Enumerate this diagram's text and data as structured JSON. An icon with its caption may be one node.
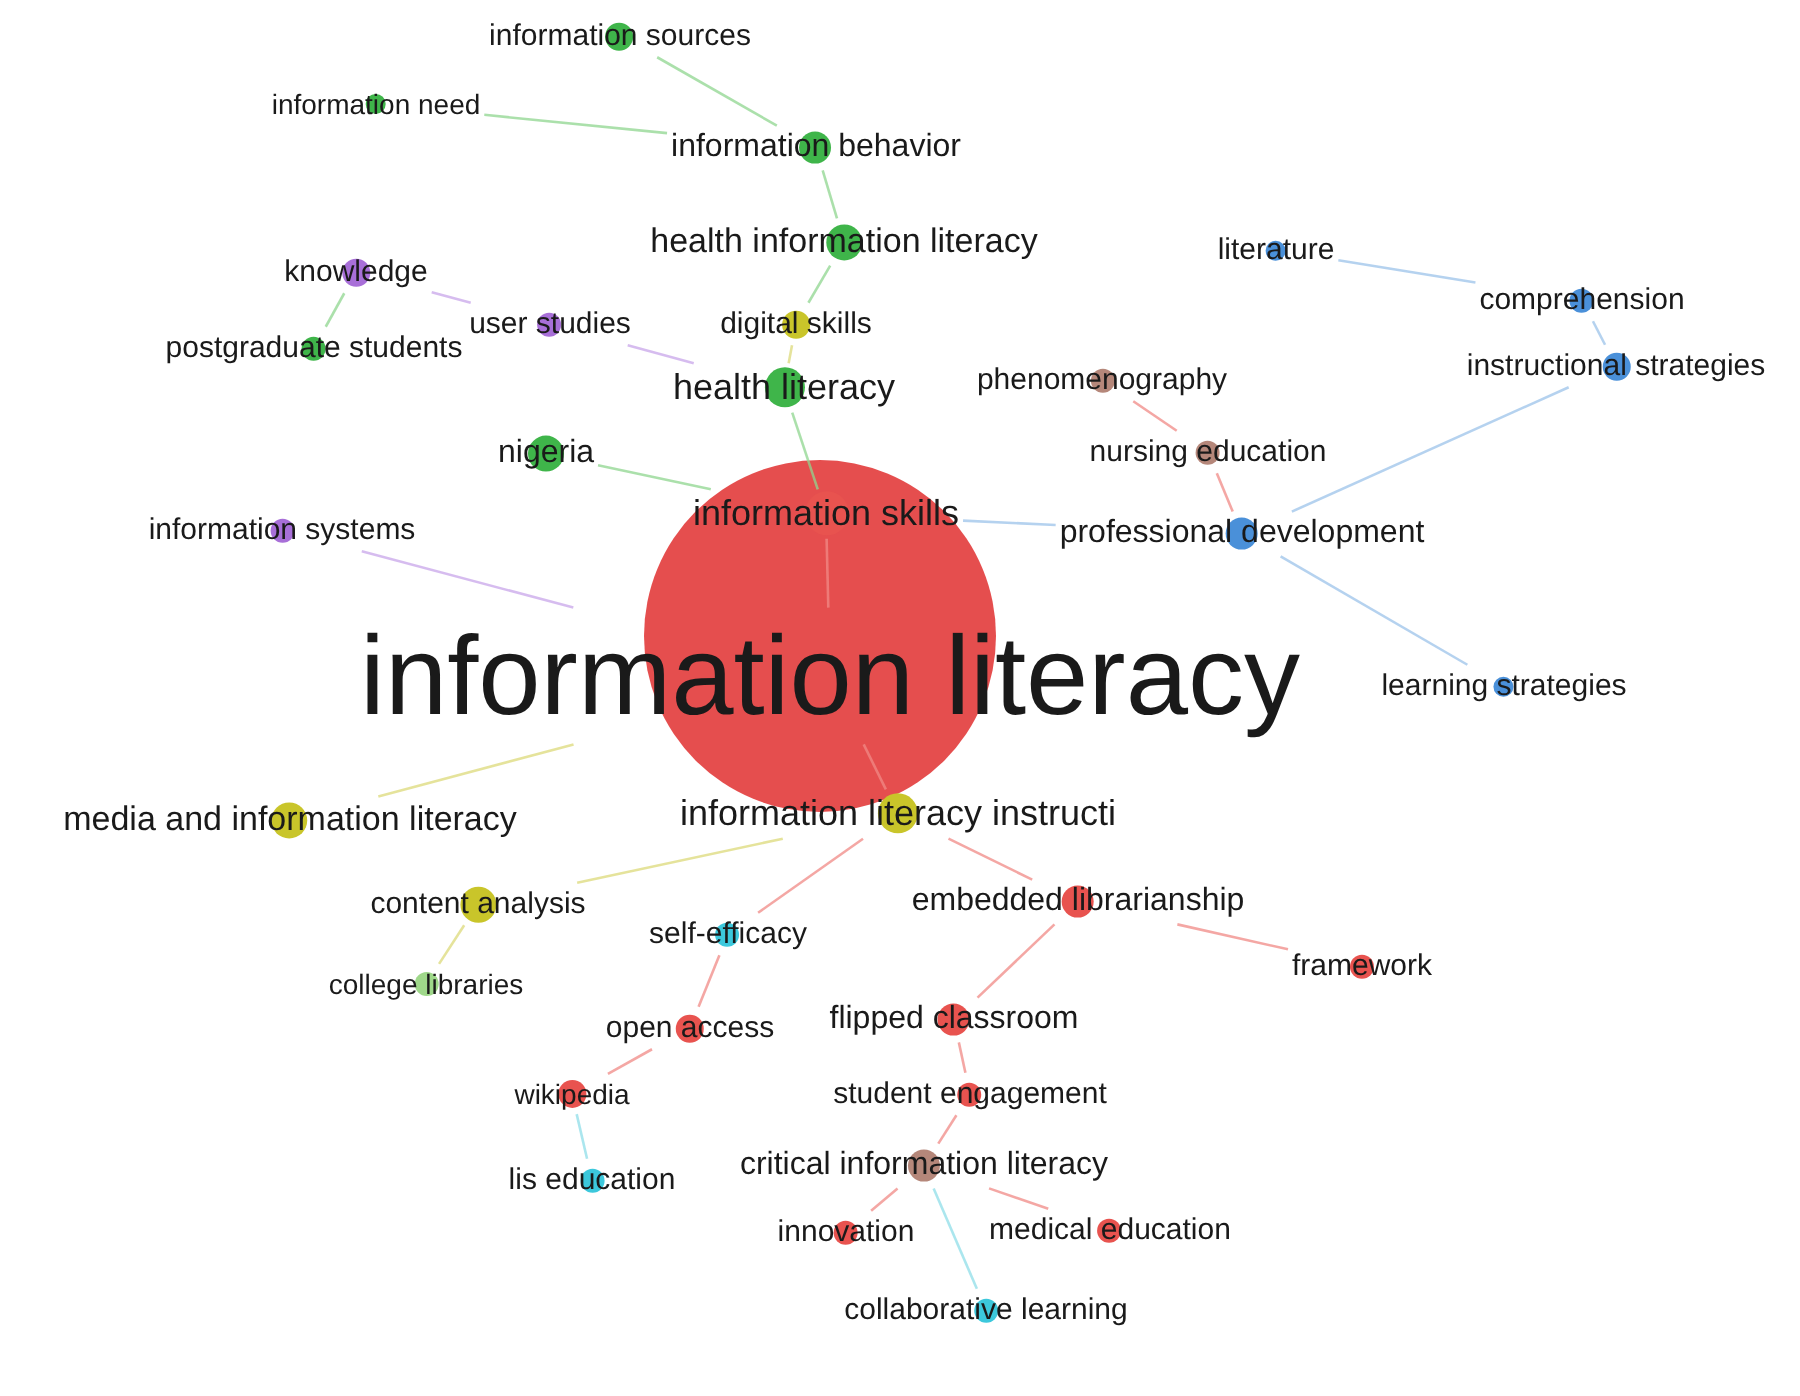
{
  "diagram": {
    "nodes": [
      {
        "text": [
          "information sources"
        ]
      },
      {
        "text": [
          "information need"
        ]
      },
      {
        "text": [
          "information behavior"
        ]
      },
      {
        "text": [
          "health information literacy"
        ]
      },
      {
        "text": [
          "literature"
        ]
      },
      {
        "text": [
          "knowledge"
        ]
      },
      {
        "text": [
          "comprehension"
        ]
      },
      {
        "text": [
          "user studies"
        ]
      },
      {
        "text": [
          "digital skills"
        ]
      },
      {
        "text": [
          "postgraduate students"
        ]
      },
      {
        "text": [
          "instructional strategies"
        ]
      },
      {
        "text": [
          "phenomenography"
        ]
      },
      {
        "text": [
          "health literacy"
        ]
      },
      {
        "text": [
          "nursing education"
        ]
      },
      {
        "text": [
          "nigeria"
        ]
      },
      {
        "text": [
          "information skills"
        ]
      },
      {
        "text": [
          "information systems"
        ]
      },
      {
        "text": [
          "professional development"
        ]
      },
      {
        "text": [
          "information literacy"
        ]
      },
      {
        "text": [
          "learning strategies"
        ]
      },
      {
        "text": [
          "media and information literacy"
        ]
      },
      {
        "text": [
          "information literacy instructi"
        ]
      },
      {
        "text": [
          "content analysis"
        ]
      },
      {
        "text": [
          "embedded librarianship"
        ]
      },
      {
        "text": [
          "self-efficacy"
        ]
      },
      {
        "text": [
          "framework"
        ]
      },
      {
        "text": [
          "college libraries"
        ]
      },
      {
        "text": [
          "open access"
        ]
      },
      {
        "text": [
          "flipped classroom"
        ]
      },
      {
        "text": [
          "wikipedia"
        ]
      },
      {
        "text": [
          "student engagement"
        ]
      },
      {
        "text": [
          "critical information literacy"
        ]
      },
      {
        "text": [
          "lis education"
        ]
      },
      {
        "text": [
          "innovation"
        ]
      },
      {
        "text": [
          "medical education"
        ]
      },
      {
        "text": [
          "collaborative learning"
        ]
      }
    ],
    "edges": [
      {
        "from": 18,
        "to": 15,
        "arrow": "none"
      },
      {
        "from": 15,
        "to": 12,
        "arrow": "none",
        "color": "#8fd68f"
      },
      {
        "from": 12,
        "to": 8,
        "arrow": "none",
        "color": "#dcd97a"
      },
      {
        "from": 8,
        "to": 3,
        "arrow": "none",
        "color": "#8fd68f"
      },
      {
        "from": 3,
        "to": 2,
        "arrow": "none",
        "color": "#8fd68f"
      },
      {
        "from": 2,
        "to": 0,
        "arrow": "none",
        "color": "#8fd68f"
      },
      {
        "from": 2,
        "to": 1,
        "arrow": "none",
        "color": "#8fd68f"
      },
      {
        "from": 12,
        "to": 7,
        "arrow": "none",
        "color": "#c8a6ea"
      },
      {
        "from": 7,
        "to": 5,
        "arrow": "none",
        "color": "#c8a6ea"
      },
      {
        "from": 5,
        "to": 9,
        "arrow": "none",
        "color": "#8fd68f"
      },
      {
        "from": 15,
        "to": 14,
        "arrow": "none",
        "color": "#8fd68f"
      },
      {
        "from": 18,
        "to": 16,
        "arrow": "none",
        "color": "#c8a6ea"
      },
      {
        "from": 18,
        "to": 20,
        "arrow": "none",
        "color": "#dcd97a"
      },
      {
        "from": 18,
        "to": 21,
        "arrow": "none"
      },
      {
        "from": 21,
        "to": 22,
        "arrow": "none",
        "color": "#dcd97a"
      },
      {
        "from": 22,
        "to": 26,
        "arrow": "none",
        "color": "#dcd97a"
      },
      {
        "from": 21,
        "to": 24,
        "arrow": "none"
      },
      {
        "from": 21,
        "to": 23,
        "arrow": "none"
      },
      {
        "from": 23,
        "to": 25,
        "arrow": "none"
      },
      {
        "from": 23,
        "to": 28,
        "arrow": "none"
      },
      {
        "from": 24,
        "to": 27,
        "arrow": "none"
      },
      {
        "from": 27,
        "to": 29,
        "arrow": "none"
      },
      {
        "from": 28,
        "to": 30,
        "arrow": "none"
      },
      {
        "from": 30,
        "to": 31,
        "arrow": "none"
      },
      {
        "from": 31,
        "to": 33,
        "arrow": "none"
      },
      {
        "from": 31,
        "to": 34,
        "arrow": "none"
      },
      {
        "from": 29,
        "to": 32,
        "arrow": "none",
        "color": "#8fdde8"
      },
      {
        "from": 31,
        "to": 35,
        "arrow": "none",
        "color": "#8fdde8"
      },
      {
        "from": 15,
        "to": 17,
        "arrow": "none",
        "color": "#9cc3ea"
      },
      {
        "from": 17,
        "to": 13,
        "arrow": "none"
      },
      {
        "from": 13,
        "to": 11,
        "arrow": "none"
      },
      {
        "from": 17,
        "to": 10,
        "arrow": "none",
        "color": "#9cc3ea"
      },
      {
        "from": 10,
        "to": 6,
        "arrow": "none",
        "color": "#9cc3ea"
      },
      {
        "from": 6,
        "to": 4,
        "arrow": "none",
        "color": "#9cc3ea"
      },
      {
        "from": 17,
        "to": 19,
        "arrow": "none",
        "color": "#9cc3ea"
      }
    ]
  }
}
